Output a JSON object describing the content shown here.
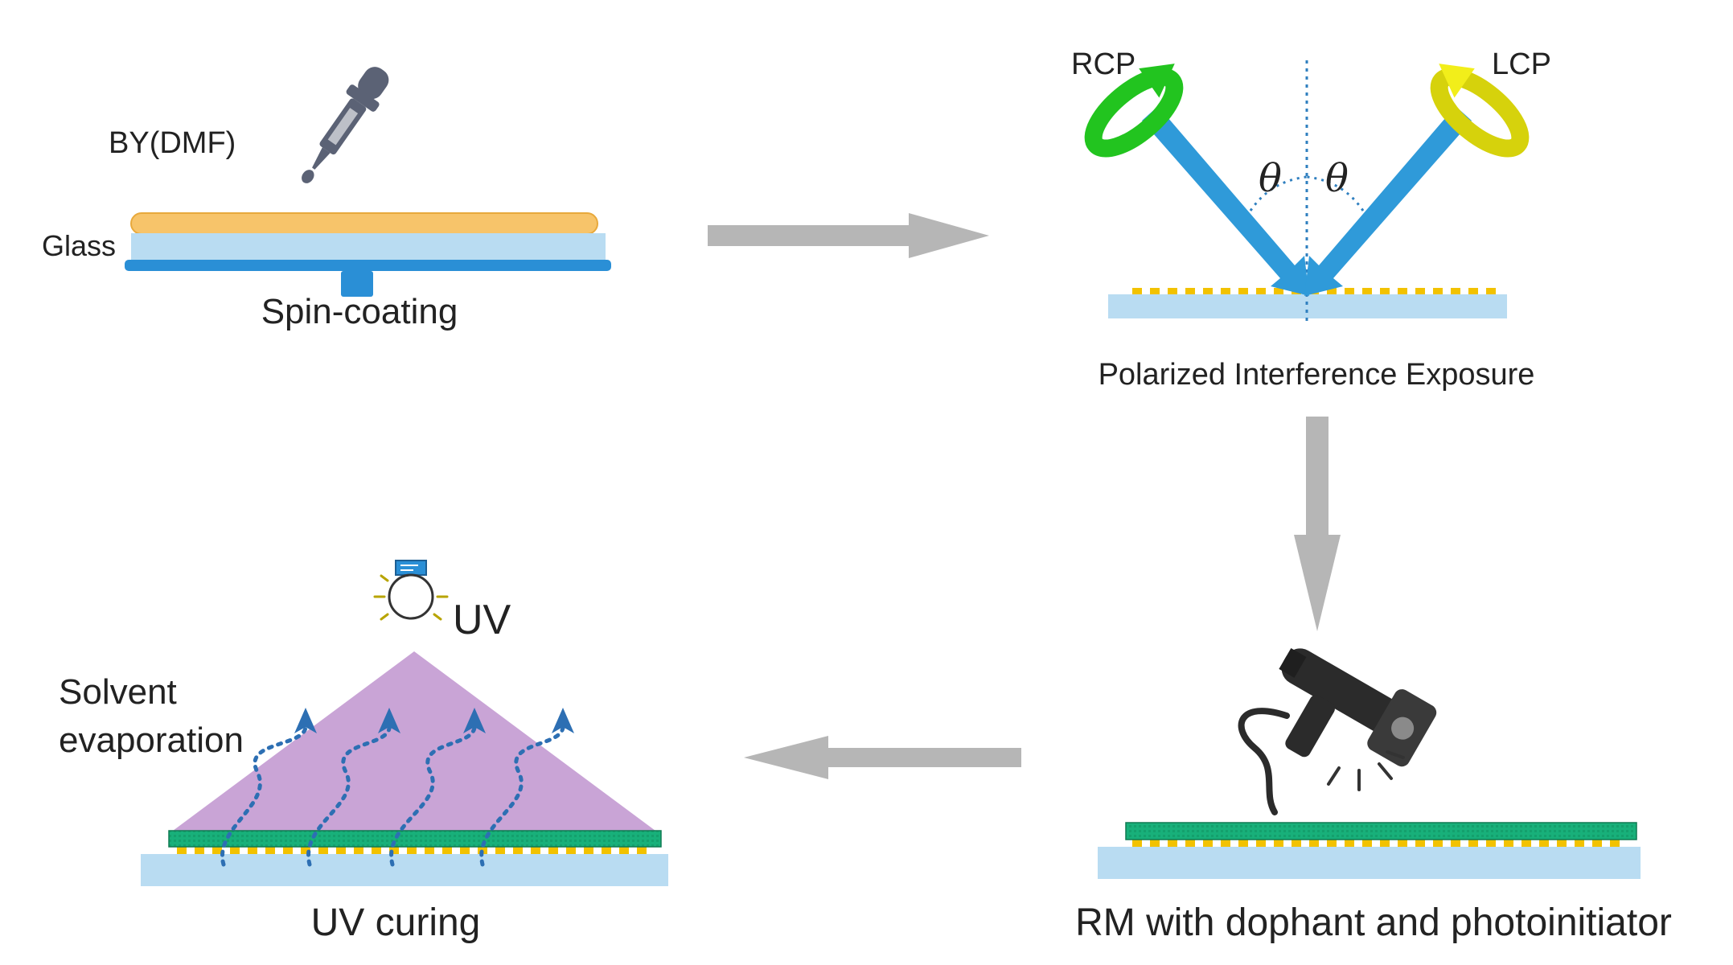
{
  "step1": {
    "solution_label": "BY(DMF)",
    "substrate_label": "Glass",
    "caption": "Spin-coating"
  },
  "step2": {
    "left_beam_label": "RCP",
    "right_beam_label": "LCP",
    "angle_symbol_left": "θ",
    "angle_symbol_right": "θ",
    "caption": "Polarized Interference Exposure"
  },
  "step3": {
    "caption": "RM with dophant and photoinitiator"
  },
  "step4": {
    "light_label": "UV",
    "evaporation_label_line1": "Solvent",
    "evaporation_label_line2": "evaporation",
    "caption": "UV curing"
  },
  "colors": {
    "glass": "#b9dcf2",
    "blue_stage": "#2a8fd6",
    "coating_orange": "#f7c46a",
    "beam_blue": "#2f9ad9",
    "rcp_green": "#22c41f",
    "lcp_yellow": "#e0dc10",
    "alignment_dash": "#f2c200",
    "rm_film_green": "#18b07a",
    "uv_cone": "#c9a4d6",
    "process_arrow": "#b6b6b6",
    "evap_arrow": "#2d6fb3",
    "tool_gray": "#5b6275"
  }
}
